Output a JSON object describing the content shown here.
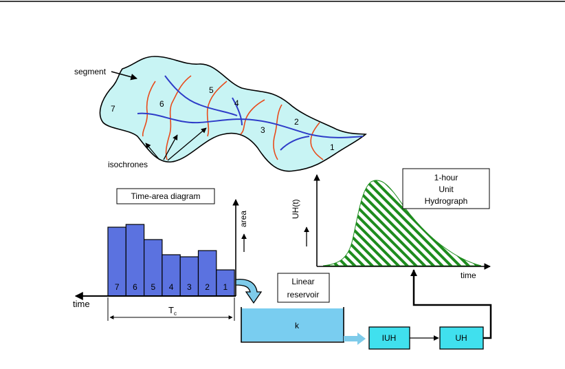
{
  "colors": {
    "catchment_fill": "#c8f4f4",
    "isochrone": "#e84a1a",
    "stream": "#2e3cc8",
    "bar_fill": "#5b72e0",
    "reservoir_fill": "#79cdf0",
    "box_fill": "#40e0ee",
    "hatch": "#1e8c1e",
    "arrow_blue": "#7ecbea"
  },
  "catchment": {
    "segment_label": "segment",
    "isochrones_label": "isochrones",
    "zone_labels": [
      "7",
      "6",
      "5",
      "4",
      "3",
      "2",
      "1"
    ]
  },
  "time_area": {
    "title": "Time-area diagram",
    "y_label": "area",
    "x_label": "time",
    "span_label": "T",
    "span_subscript": "c",
    "bars": [
      {
        "label": "7",
        "value": 100
      },
      {
        "label": "6",
        "value": 104
      },
      {
        "label": "5",
        "value": 82
      },
      {
        "label": "4",
        "value": 60
      },
      {
        "label": "3",
        "value": 57
      },
      {
        "label": "2",
        "value": 66
      },
      {
        "label": "1",
        "value": 38
      }
    ]
  },
  "reservoir": {
    "label_line1": "Linear",
    "label_line2": "reservoir",
    "k_label": "k"
  },
  "boxes": {
    "iuh": "IUH",
    "uh": "UH"
  },
  "hydrograph": {
    "y_label": "UH(t)",
    "x_label": "time",
    "title_line1": "1-hour",
    "title_line2": "Unit",
    "title_line3": "Hydrograph"
  }
}
